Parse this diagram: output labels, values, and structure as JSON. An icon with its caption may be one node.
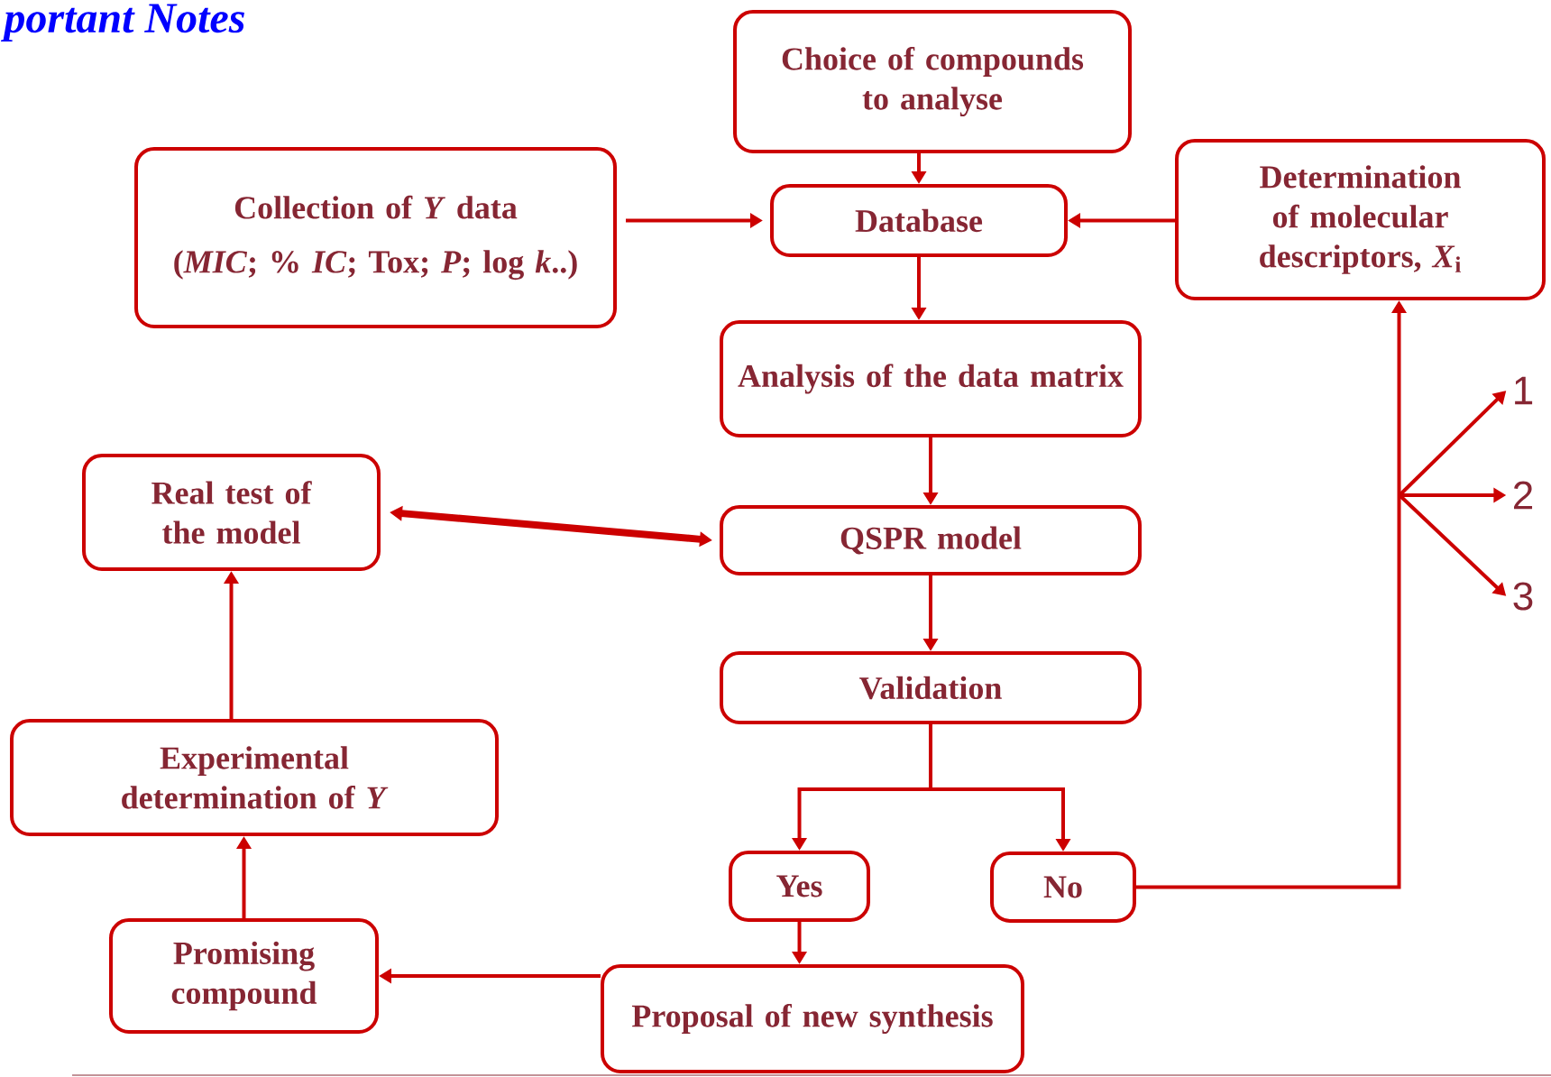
{
  "diagram": {
    "title": "portant Notes",
    "nodes": [
      {
        "text": [
          "Choice of compounds to analyse"
        ]
      },
      {
        "text": [
          "Collection of *Y* data",
          "(*MIC*; % *IC*; Tox; *P*; log *k*..)"
        ]
      },
      {
        "text": [
          "Database"
        ]
      },
      {
        "text": [
          "Determination of molecular descriptors, *X*$_{i}$"
        ]
      },
      {
        "text": [
          "Analysis of the data matrix"
        ]
      },
      {
        "text": [
          "Real test of the model"
        ]
      },
      {
        "text": [
          "QSPR model"
        ]
      },
      {
        "text": [
          "Validation"
        ]
      },
      {
        "text": [
          "Experimental determination of *Y*"
        ]
      },
      {
        "text": [
          "Yes"
        ]
      },
      {
        "text": [
          "No"
        ]
      },
      {
        "text": [
          "Promising compound"
        ]
      },
      {
        "text": [
          "Proposal of new synthesis"
        ]
      },
      {
        "text": [
          "1"
        ]
      },
      {
        "text": [
          "2"
        ]
      },
      {
        "text": [
          "3"
        ]
      }
    ],
    "edges": [
      {
        "from": 0,
        "to": 2,
        "arrow": "to"
      },
      {
        "from": 1,
        "to": 2,
        "arrow": "to"
      },
      {
        "from": 3,
        "to": 2,
        "arrow": "to"
      },
      {
        "from": 2,
        "to": 4,
        "arrow": "to"
      },
      {
        "from": 4,
        "to": 6,
        "arrow": "to"
      },
      {
        "from": 6,
        "to": 5,
        "arrow": "both",
        "style": "thick"
      },
      {
        "from": 6,
        "to": 7,
        "arrow": "to"
      },
      {
        "from": 7,
        "to": 9,
        "arrow": "to"
      },
      {
        "from": 7,
        "to": 10,
        "arrow": "to"
      },
      {
        "from": 10,
        "to": 3,
        "arrow": "to"
      },
      {
        "from": 9,
        "to": 12,
        "arrow": "to"
      },
      {
        "from": 12,
        "to": 11,
        "arrow": "to"
      },
      {
        "from": 11,
        "to": 8,
        "arrow": "to"
      },
      {
        "from": 8,
        "to": 5,
        "arrow": "to"
      },
      {
        "from": null,
        "to": 13,
        "arrow": "to"
      },
      {
        "from": null,
        "to": 14,
        "arrow": "to"
      },
      {
        "from": null,
        "to": 15,
        "arrow": "to"
      }
    ]
  }
}
